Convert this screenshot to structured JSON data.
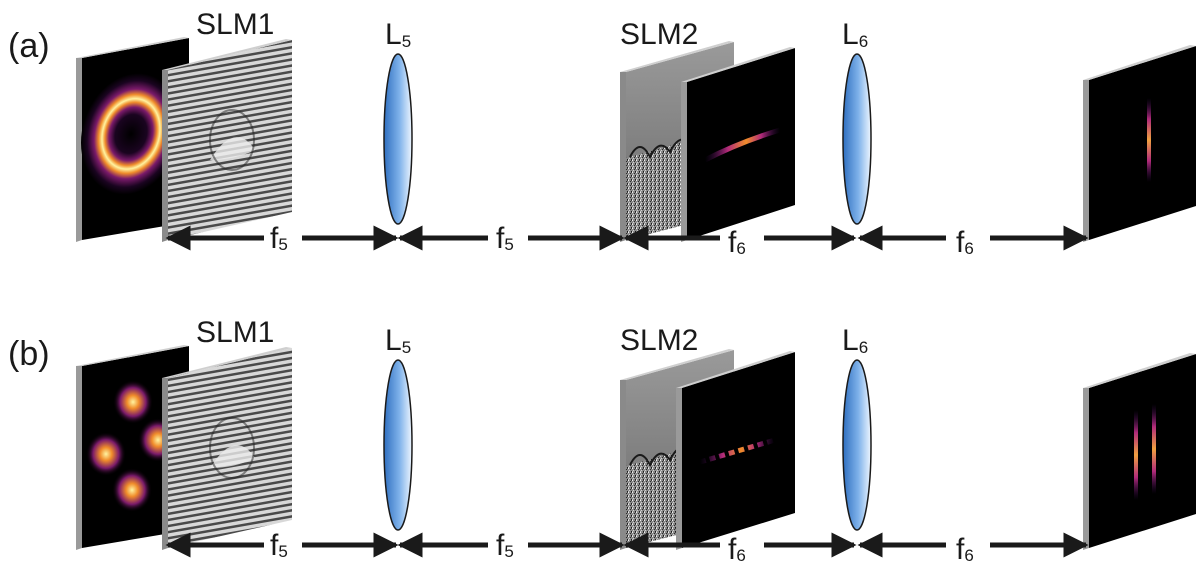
{
  "rows": [
    {
      "panel_label": "(a)",
      "input_beam": "donut-ring",
      "slm1_label": "SLM1",
      "lens5": {
        "letter": "L",
        "sub": "5"
      },
      "slm2_label": "SLM2",
      "lens6": {
        "letter": "L",
        "sub": "6"
      },
      "distances": [
        {
          "letter": "f",
          "sub": "5"
        },
        {
          "letter": "f",
          "sub": "5"
        },
        {
          "letter": "f",
          "sub": "6"
        },
        {
          "letter": "f",
          "sub": "6"
        }
      ]
    },
    {
      "panel_label": "(b)",
      "input_beam": "four-lobe",
      "slm1_label": "SLM1",
      "lens5": {
        "letter": "L",
        "sub": "5"
      },
      "slm2_label": "SLM2",
      "lens6": {
        "letter": "L",
        "sub": "6"
      },
      "distances": [
        {
          "letter": "f",
          "sub": "5"
        },
        {
          "letter": "f",
          "sub": "5"
        },
        {
          "letter": "f",
          "sub": "6"
        },
        {
          "letter": "f",
          "sub": "6"
        }
      ]
    }
  ],
  "colors": {
    "beam_core": "#fff3a0",
    "beam_mid": "#f08c2a",
    "beam_outer": "#7a1a6a",
    "lens_fill": "#4f8fd8",
    "panel_frame": "#b8b8b8",
    "rail": "#1a1a1a"
  }
}
